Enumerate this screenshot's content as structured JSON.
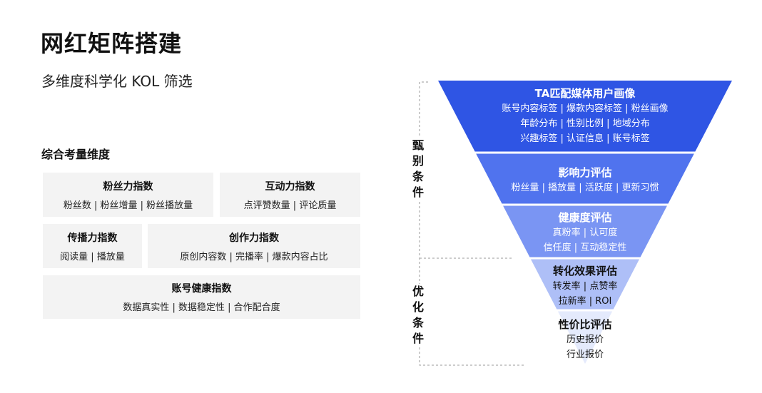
{
  "header": {
    "title": "网红矩阵搭建",
    "subtitle": "多维度科学化 KOL 筛选"
  },
  "dimensions": {
    "section_label": "综合考量维度",
    "cards": [
      {
        "title": "粉丝力指数",
        "items": "粉丝数 | 粉丝增量 | 粉丝播放量"
      },
      {
        "title": "互动力指数",
        "items": "点评赞数量 | 评论质量"
      },
      {
        "title": "传播力指数",
        "items": "阅读量 | 播放量"
      },
      {
        "title": "创作力指数",
        "items": "原创内容数 | 完播率 | 爆款内容占比"
      },
      {
        "title": "账号健康指数",
        "items": "数据真实性 | 数据稳定性 | 合作配合度"
      }
    ]
  },
  "funnel": {
    "side_labels": {
      "screening": "甄别条件",
      "optimization": "优化条件"
    },
    "layers": [
      {
        "title": "TA匹配媒体用户画像",
        "lines": [
          "账号内容标签 | 爆款内容标签 | 粉丝画像",
          "年龄分布 | 性别比例 | 地域分布",
          "兴趣标签 | 认证信息 | 账号标签"
        ],
        "color": "#2f55e4"
      },
      {
        "title": "影响力评估",
        "lines": [
          "粉丝量 | 播放量 | 活跃度 | 更新习惯"
        ],
        "color": "#5073ee"
      },
      {
        "title": "健康度评估",
        "lines": [
          "真粉率 | 认可度",
          "信任度 | 互动稳定性"
        ],
        "color": "#7a95f3"
      },
      {
        "title": "转化效果评估",
        "lines": [
          "转发率 | 点赞率",
          "拉新率 | ROI"
        ],
        "color": "#aebff7"
      },
      {
        "title": "性价比评估",
        "lines": [
          "历史报价",
          "行业报价"
        ],
        "color": "#e4eafc"
      }
    ]
  }
}
